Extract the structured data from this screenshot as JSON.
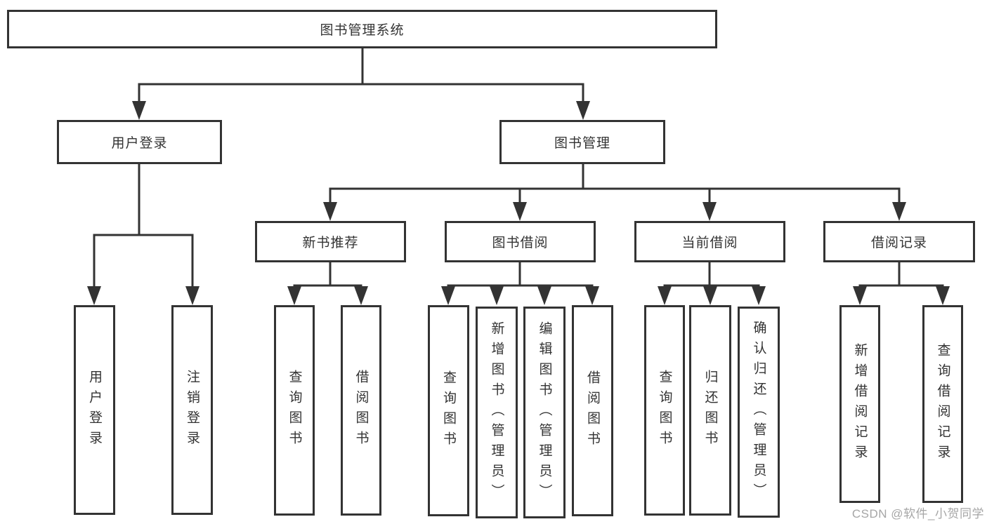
{
  "diagram": {
    "type": "tree",
    "root": {
      "label": "图书管理系统"
    },
    "user_login": {
      "label": "用户登录",
      "children": {
        "login": {
          "label": "用户登录"
        },
        "logout": {
          "label": "注销登录"
        }
      }
    },
    "book_management": {
      "label": "图书管理",
      "children": {
        "new_book_recommend": {
          "label": "新书推荐",
          "children": {
            "query_books": {
              "label": "查询图书"
            },
            "borrow_books": {
              "label": "借阅图书"
            }
          }
        },
        "book_borrowing": {
          "label": "图书借阅",
          "children": {
            "query_books": {
              "label": "查询图书"
            },
            "add_books_admin": {
              "label": "新增图书（管理员）"
            },
            "edit_books_admin": {
              "label": "编辑图书（管理员）"
            },
            "borrow_books": {
              "label": "借阅图书"
            }
          }
        },
        "current_borrowing": {
          "label": "当前借阅",
          "children": {
            "query_books": {
              "label": "查询图书"
            },
            "return_books": {
              "label": "归还图书"
            },
            "confirm_return_admin": {
              "label": "确认归还（管理员）"
            }
          }
        },
        "borrowing_records": {
          "label": "借阅记录",
          "children": {
            "add_borrow_record": {
              "label": "新增借阅记录"
            },
            "query_borrow_record": {
              "label": "查询借阅记录"
            }
          }
        }
      }
    }
  },
  "watermark": "CSDN @软件_小贺同学",
  "colors": {
    "line": "#333333",
    "box_border": "#333333",
    "text": "#333333",
    "watermark": "#a6a6a6",
    "background": "#ffffff"
  }
}
